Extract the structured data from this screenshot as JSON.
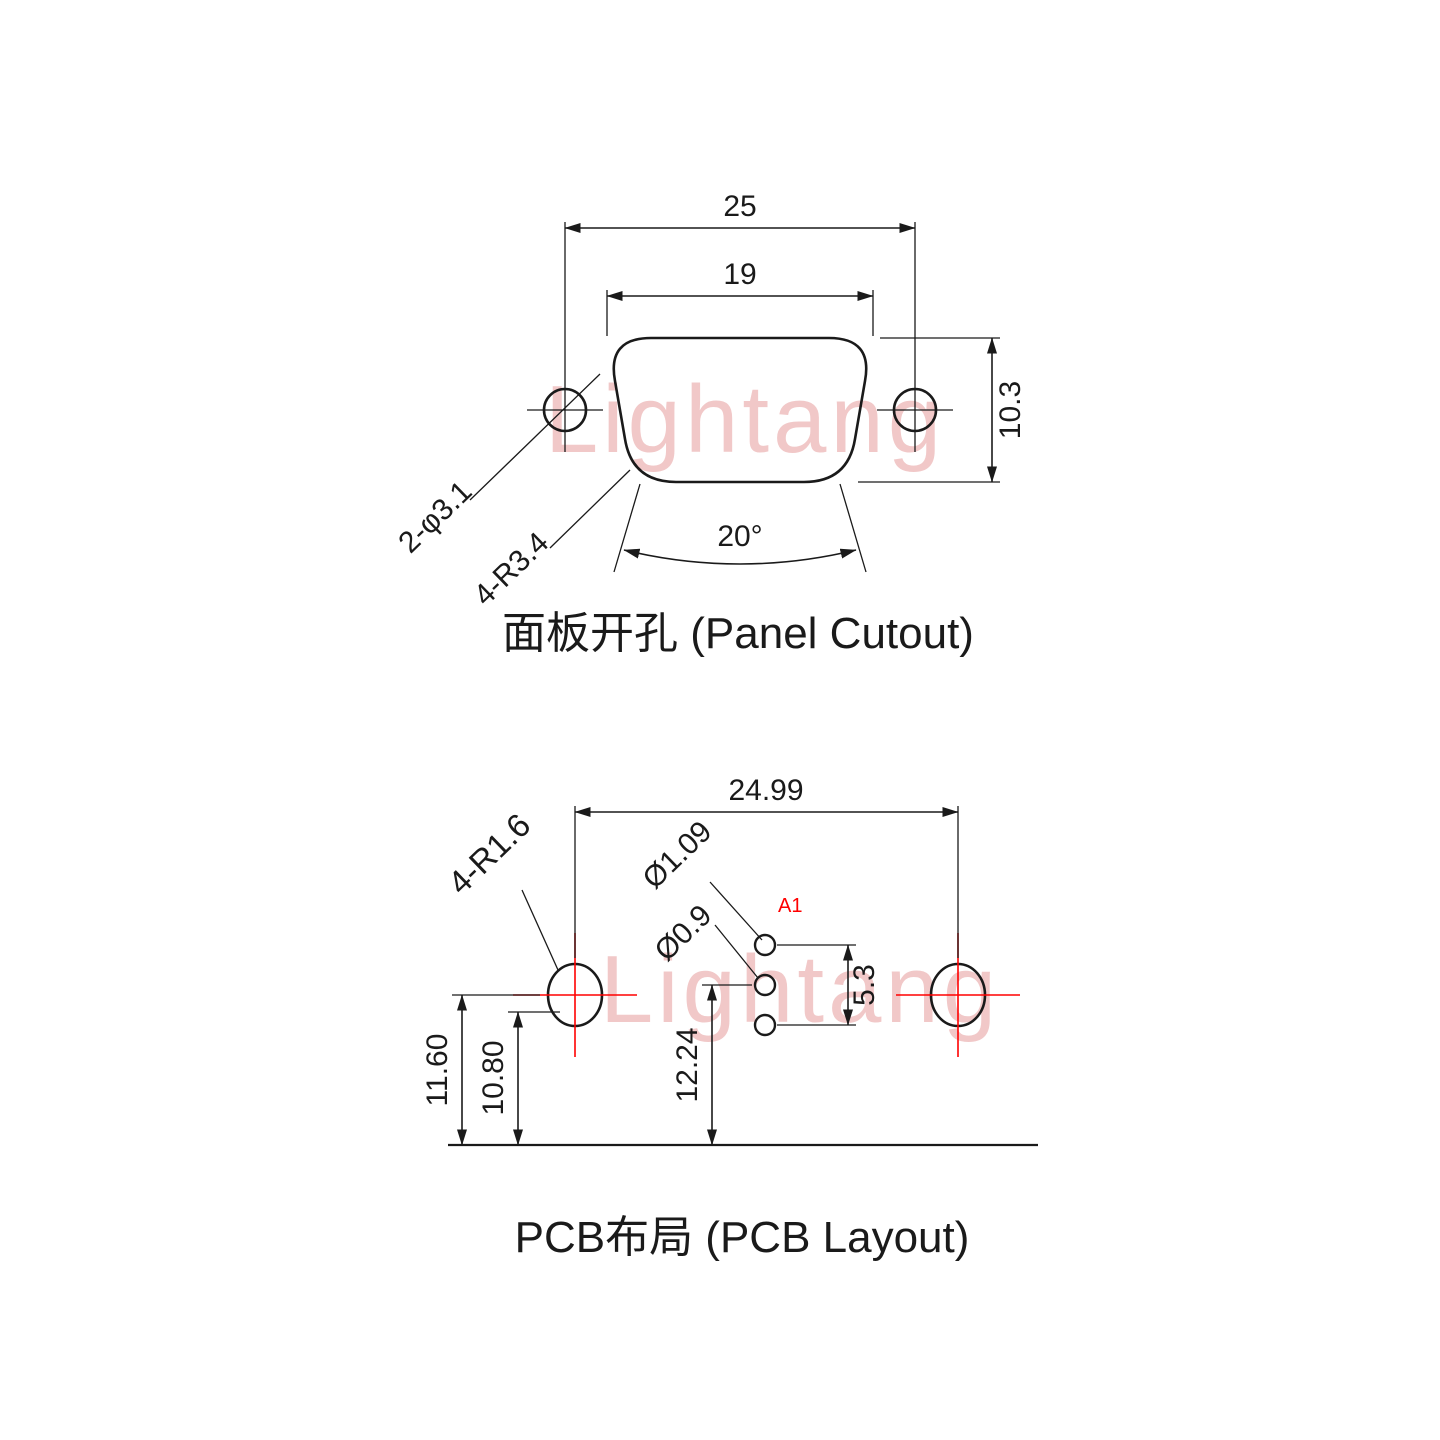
{
  "colors": {
    "line": "#1a1a1a",
    "accent_red": "#ff0000",
    "watermark_pink": "#eebbbb",
    "background": "#ffffff"
  },
  "watermark": {
    "text": "Lightang"
  },
  "panel_cutout": {
    "title": "面板开孔 (Panel Cutout)",
    "dim_outer_width": "25",
    "dim_inner_width": "19",
    "dim_height": "10.3",
    "dim_angle": "20°",
    "label_holes": "2-φ3.1",
    "label_corner_radius": "4-R3.4"
  },
  "pcb_layout": {
    "title": "PCB布局 (PCB Layout)",
    "dim_width": "24.99",
    "dim_pad_offset_outer": "11.60",
    "dim_pad_offset_inner": "10.80",
    "dim_pin_offset": "12.24",
    "dim_pin_span": "5.3",
    "label_pin_dia_outer": "Ø1.09",
    "label_pin_dia_inner": "Ø0.9",
    "label_pad_radius": "4-R1.6",
    "label_first_pin": "A1"
  }
}
